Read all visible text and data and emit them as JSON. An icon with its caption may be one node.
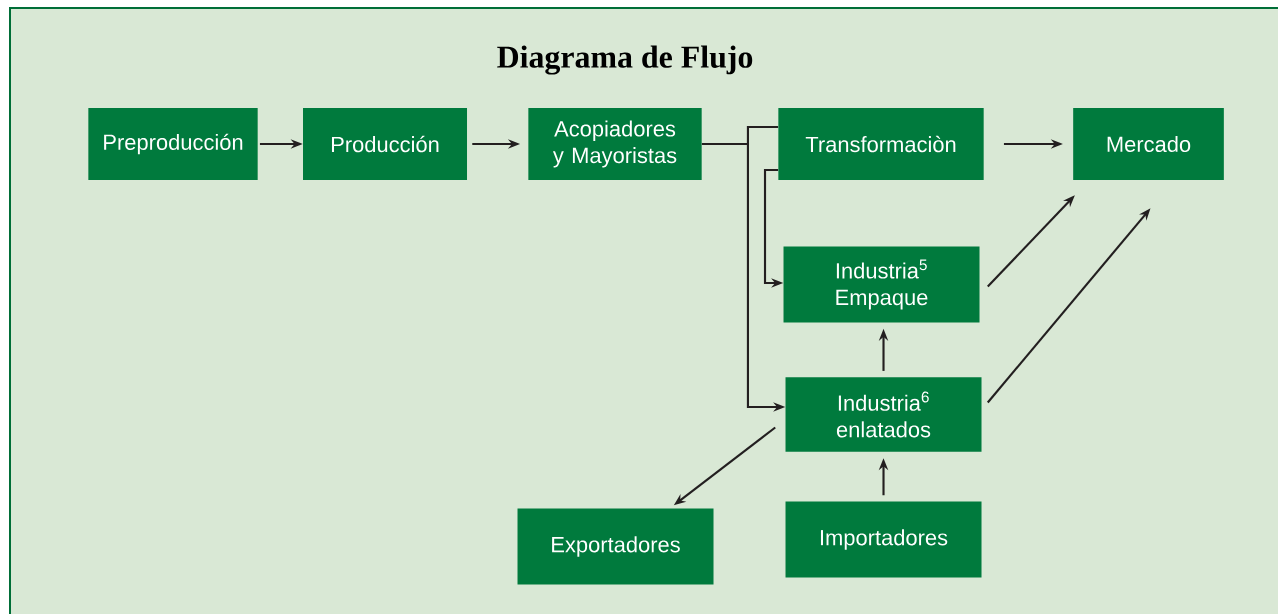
{
  "diagram": {
    "title": "Diagrama de Flujo",
    "nodes": [
      {
        "text": [
          "Preproducción"
        ]
      },
      {
        "text": [
          "Producción"
        ]
      },
      {
        "text": [
          "Acopiadores y Mayoristas"
        ]
      },
      {
        "text": [
          "Transformaciòn"
        ]
      },
      {
        "text": [
          "Mercado"
        ]
      },
      {
        "text": [
          "Industria$^{5}$ Empaque"
        ]
      },
      {
        "text": [
          "Industria$^{6}$ enlatados"
        ]
      },
      {
        "text": [
          "Exportadores"
        ]
      },
      {
        "text": [
          "Importadores"
        ]
      }
    ],
    "edges": [
      {
        "from": 0,
        "to": 1,
        "arrow": "to"
      },
      {
        "from": 1,
        "to": 2,
        "arrow": "to"
      },
      {
        "from": 2,
        "to": 3,
        "arrow": "none"
      },
      {
        "from": 2,
        "to": 6,
        "arrow": "to"
      },
      {
        "from": 3,
        "to": 5,
        "arrow": "to"
      },
      {
        "from": 3,
        "to": 4,
        "arrow": "to"
      },
      {
        "from": 5,
        "to": 4,
        "arrow": "to"
      },
      {
        "from": 6,
        "to": 4,
        "arrow": "to"
      },
      {
        "from": 6,
        "to": 5,
        "arrow": "to"
      },
      {
        "from": 6,
        "to": 7,
        "arrow": "to"
      },
      {
        "from": 8,
        "to": 6,
        "arrow": "to"
      }
    ]
  }
}
